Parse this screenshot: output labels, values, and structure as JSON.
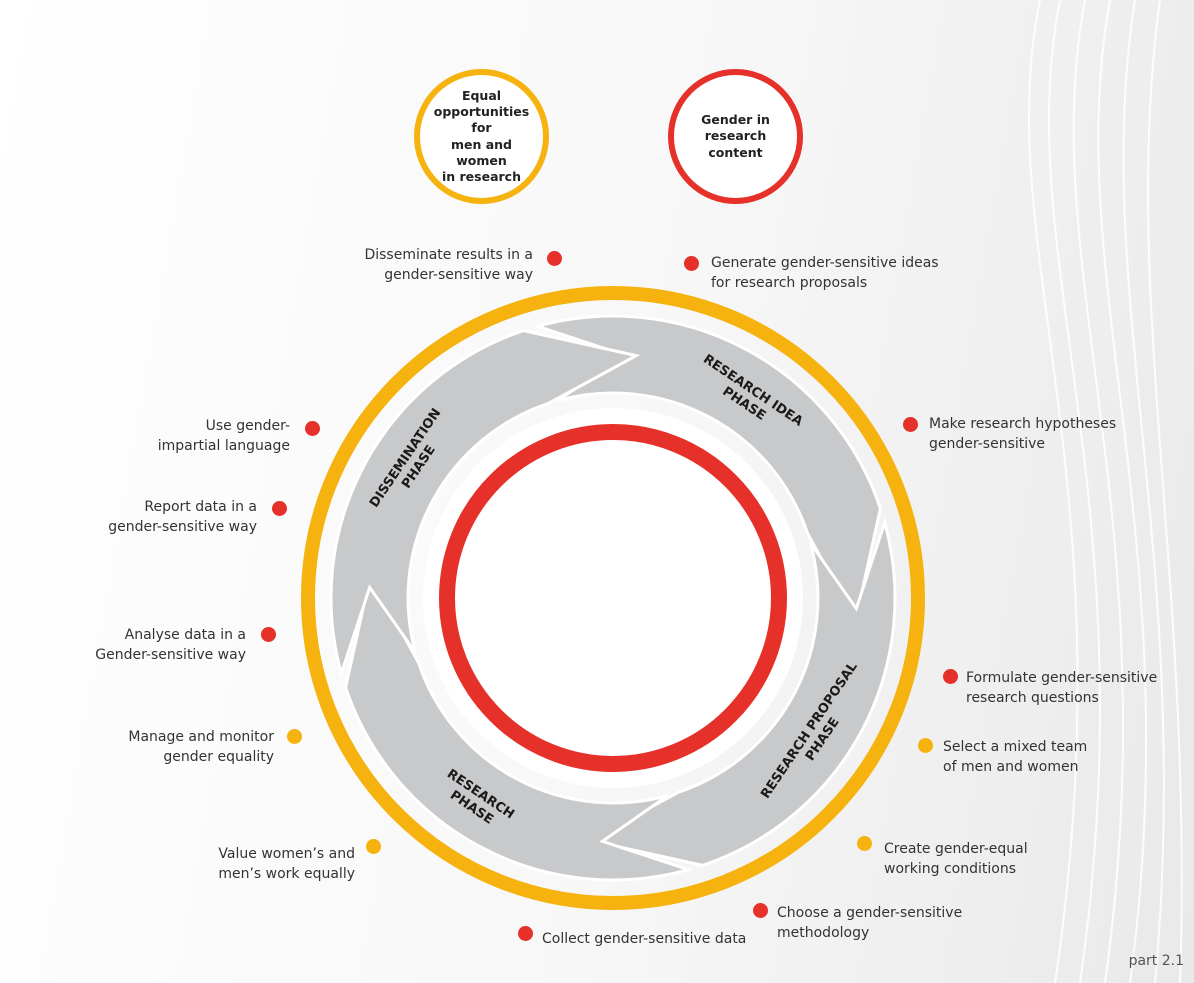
{
  "legend": {
    "equal_opportunities": "Equal\nopportunities for\nmen and women\nin research",
    "gender_content": "Gender in\nresearch content"
  },
  "phases": {
    "dissemination": [
      "DISSEMINATION",
      "PHASE"
    ],
    "research_idea": [
      "RESEARCH IDEA",
      "PHASE"
    ],
    "research_proposal": [
      "RESEARCH PROPOSAL",
      "PHASE"
    ],
    "research": [
      "RESEARCH",
      "PHASE"
    ]
  },
  "items": [
    {
      "text": "Disseminate results in a\ngender-sensitive way",
      "color": "red"
    },
    {
      "text": "Generate gender-sensitive ideas\nfor research proposals",
      "color": "red"
    },
    {
      "text": "Use gender-\nimpartial language",
      "color": "red"
    },
    {
      "text": "Make research hypotheses\ngender-sensitive",
      "color": "red"
    },
    {
      "text": "Report data in a\ngender-sensitive way",
      "color": "red"
    },
    {
      "text": "Analyse data in a\nGender-sensitive way",
      "color": "red"
    },
    {
      "text": "Formulate gender-sensitive\nresearch questions",
      "color": "red"
    },
    {
      "text": "Manage and monitor\ngender equality",
      "color": "yellow"
    },
    {
      "text": "Select a mixed team\nof men and women",
      "color": "yellow"
    },
    {
      "text": "Value women’s and\nmen’s work equally",
      "color": "yellow"
    },
    {
      "text": "Create gender-equal\nworking conditions",
      "color": "yellow"
    },
    {
      "text": "Choose a gender-sensitive\nmethodology",
      "color": "red"
    },
    {
      "text": "Collect gender-sensitive data",
      "color": "red"
    }
  ],
  "colors": {
    "outer_ring": "#f6b20f",
    "inner_ring": "#e6312a",
    "phase_arrow": "#c8c9cb"
  },
  "footer": {
    "part": "part 2.1"
  }
}
